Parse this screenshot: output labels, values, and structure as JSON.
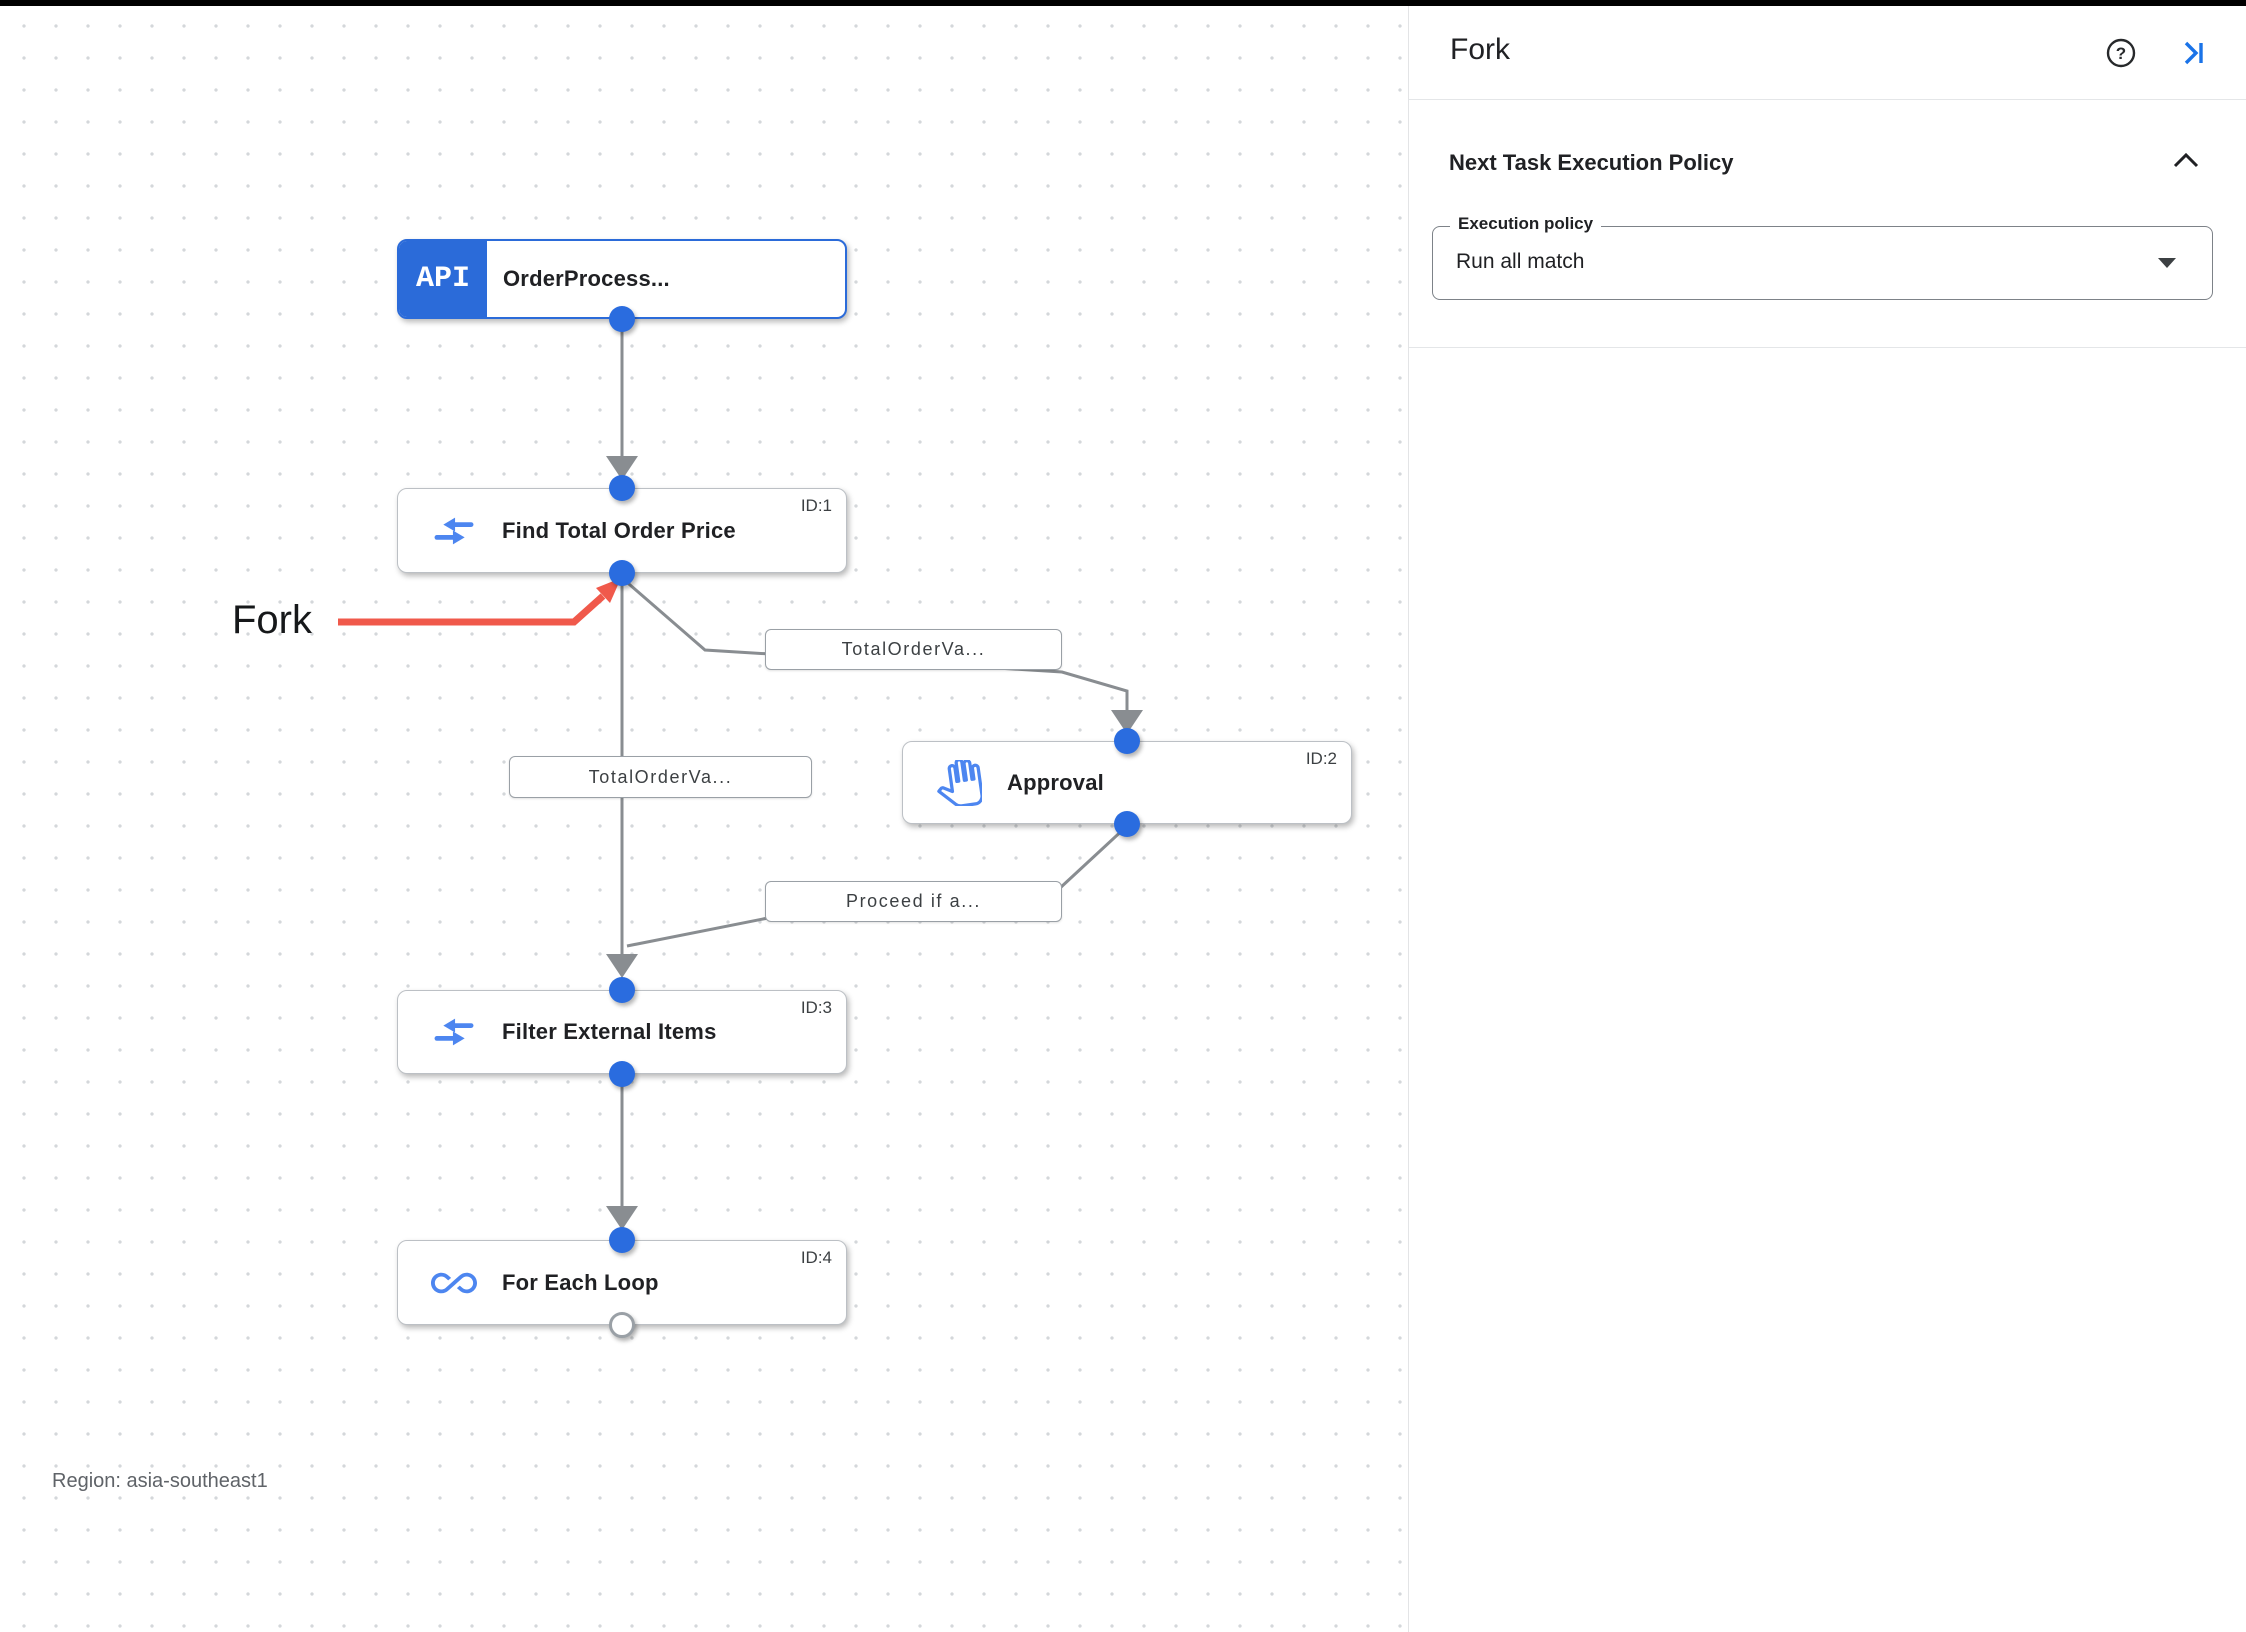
{
  "workflow": {
    "trigger": {
      "badge": "API",
      "title": "OrderProcess..."
    },
    "tasks": [
      {
        "id": "ID:1",
        "title": "Find Total Order Price"
      },
      {
        "id": "ID:2",
        "title": "Approval"
      },
      {
        "id": "ID:3",
        "title": "Filter External Items"
      },
      {
        "id": "ID:4",
        "title": "For Each Loop"
      }
    ],
    "edge_labels": [
      {
        "text": "TotalOrderVa..."
      },
      {
        "text": "TotalOrderVa..."
      },
      {
        "text": "Proceed if a..."
      }
    ],
    "annotation": "Fork",
    "region": "Region: asia-southeast1"
  },
  "panel": {
    "title": "Fork",
    "section": {
      "title": "Next Task Execution Policy"
    },
    "field": {
      "label": "Execution policy",
      "value": "Run all match"
    }
  },
  "colors": {
    "accent_blue": "#2b6bd9",
    "icon_blue": "#4d86f0",
    "edge_gray": "#898d91",
    "annotation_red": "#f0594b"
  }
}
